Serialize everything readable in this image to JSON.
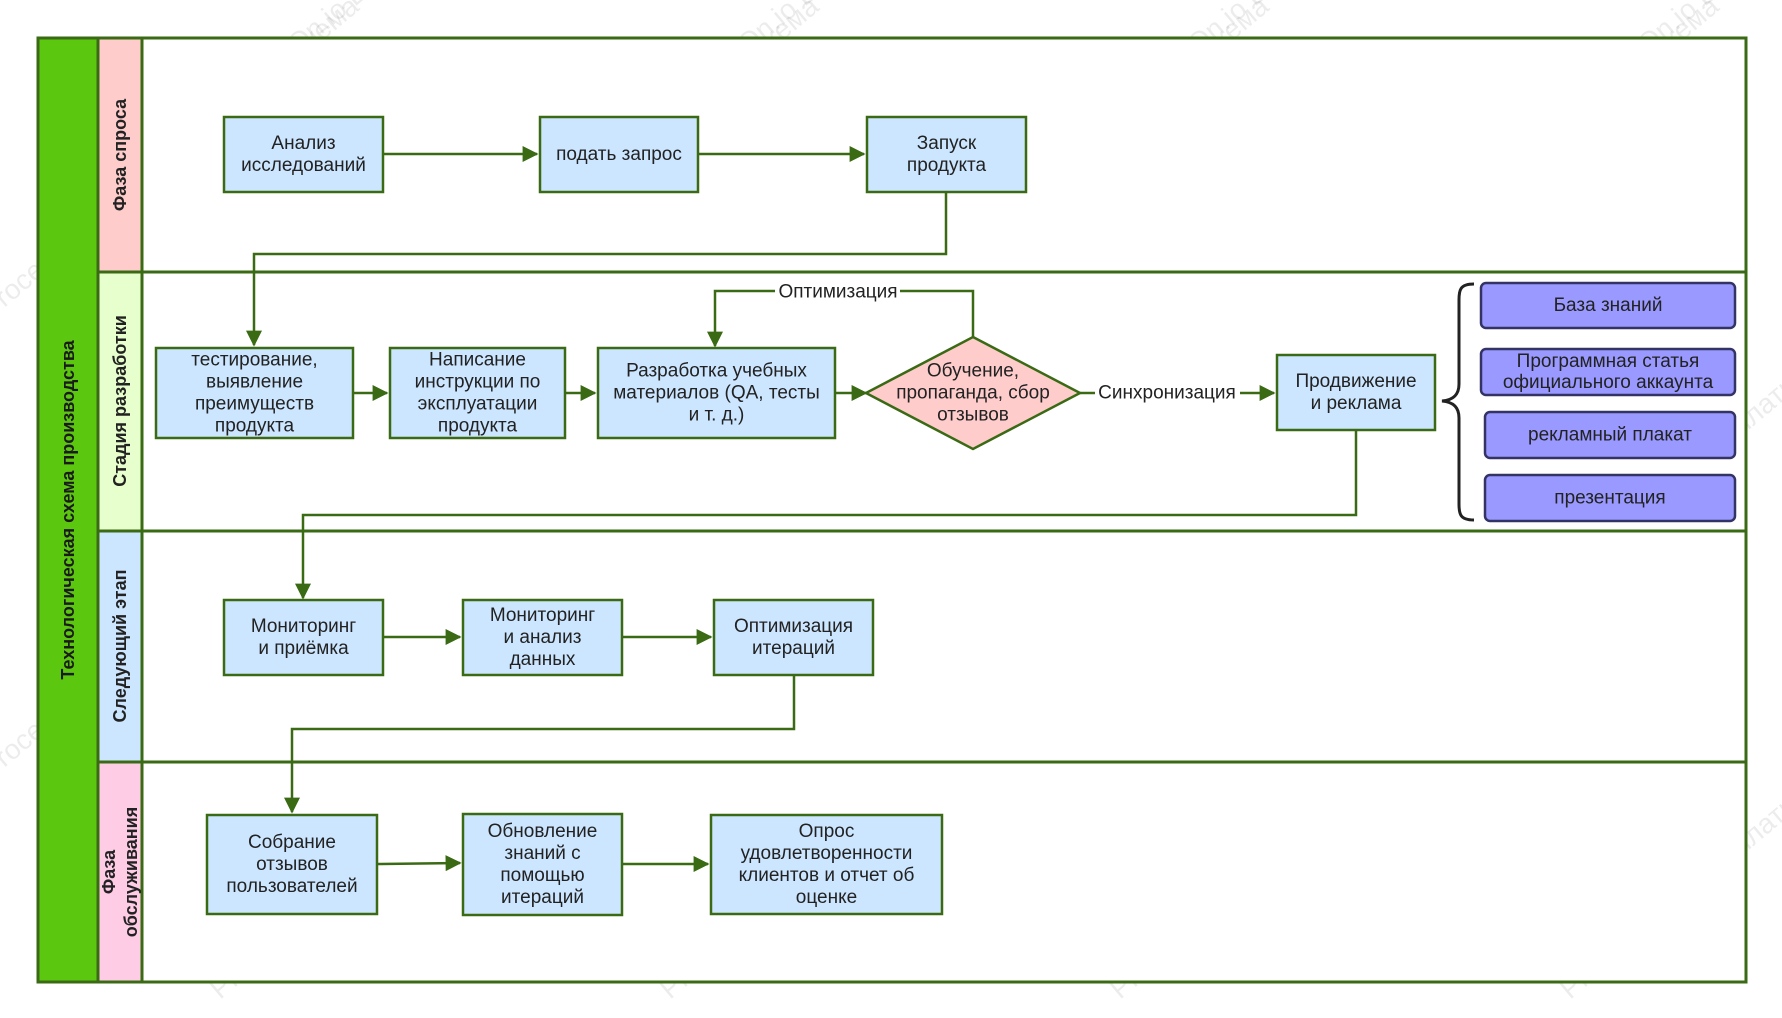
{
  "colors": {
    "pool": "#5cc70f",
    "border": "#3a6a14",
    "node_fill": "#cce6ff",
    "decision_fill": "#ffcccc",
    "resource_fill": "#9999ff",
    "connector": "#3a6a14",
    "lane_demand": "#ffcccc",
    "lane_dev": "#e6ffcc",
    "lane_next": "#cce6ff",
    "lane_service": "#ffcce6"
  },
  "pool": {
    "title": "Технологическая схема производства"
  },
  "lanes": [
    {
      "id": "demand",
      "lines": [
        "Фаза спроса"
      ]
    },
    {
      "id": "dev",
      "lines": [
        "Стадия разработки"
      ]
    },
    {
      "id": "next",
      "lines": [
        "Следующий этап"
      ]
    },
    {
      "id": "service",
      "lines": [
        "Фаза",
        "обслуживания"
      ]
    }
  ],
  "nodes": {
    "analysis": {
      "lines": [
        "Анализ",
        "исследований"
      ]
    },
    "request": {
      "lines": [
        "подать запрос"
      ]
    },
    "launch": {
      "lines": [
        "Запуск",
        "продукта"
      ]
    },
    "testing": {
      "lines": [
        "тестирование,",
        "выявление",
        "преимуществ",
        "продукта"
      ]
    },
    "manual": {
      "lines": [
        "Написание",
        "инструкции по",
        "эксплуатации",
        "продукта"
      ]
    },
    "materials": {
      "lines": [
        "Разработка учебных",
        "материалов (QA, тесты",
        "и т. д.)"
      ]
    },
    "training": {
      "lines": [
        "Обучение,",
        "пропаганда, сбор",
        "отзывов"
      ]
    },
    "promotion": {
      "lines": [
        "Продвижение",
        "и реклама"
      ]
    },
    "monitoring": {
      "lines": [
        "Мониторинг",
        "и приёмка"
      ]
    },
    "monitoring_analysis": {
      "lines": [
        "Мониторинг",
        "и анализ",
        "данных"
      ]
    },
    "iteration": {
      "lines": [
        "Оптимизация",
        "итераций"
      ]
    },
    "feedback": {
      "lines": [
        "Собрание",
        "отзывов",
        "пользователей"
      ]
    },
    "knowledge_update": {
      "lines": [
        "Обновление",
        "знаний с",
        "помощью",
        "итераций"
      ]
    },
    "survey": {
      "lines": [
        "Опрос",
        "удовлетворенности",
        "клиентов и отчет об",
        "оценке"
      ]
    }
  },
  "resources": [
    {
      "id": "kb",
      "lines": [
        "База знаний"
      ]
    },
    {
      "id": "article",
      "lines": [
        "Программная статья",
        "официального аккаунта"
      ]
    },
    {
      "id": "poster",
      "lines": [
        "рекламный плакат"
      ]
    },
    {
      "id": "presentation",
      "lines": [
        "презентация"
      ]
    }
  ],
  "edge_labels": {
    "optimization": "Оптимизация",
    "sync": "Синхронизация"
  },
  "watermark": "ProcessOn.io Бесплатная блок-схема"
}
